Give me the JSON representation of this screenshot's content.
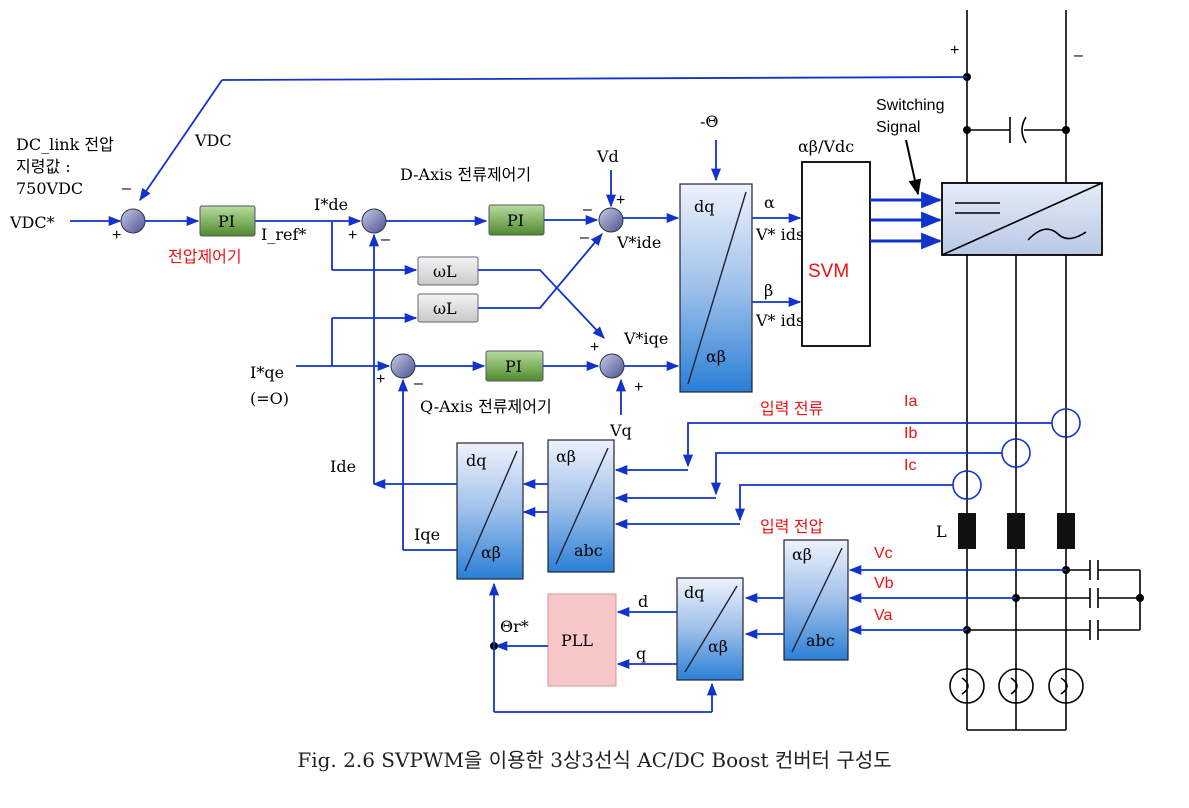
{
  "labels": {
    "dc_link": [
      "DC_link 전압",
      "지령값 :",
      "750VDC"
    ],
    "vdc_star": "VDC*",
    "vdc": "VDC",
    "voltage_ctrl": "전압제어기",
    "i_ref": "I_ref*",
    "i_de_star": "I*de",
    "d_axis_ctrl": "D-Axis 전류제어기",
    "q_axis_ctrl": "Q-Axis 전류제어기",
    "vd": "Vd",
    "vq": "Vq",
    "v_ide": "V*ide",
    "v_iqe": "V*iqe",
    "theta_neg": "-Θ",
    "alpha": "α",
    "beta": "β",
    "v_ids_a": "V* ids",
    "v_ids_b": "V* ids",
    "ab_vdc": "αβ/Vdc",
    "svm": "SVM",
    "switching_signal": [
      "Switching",
      "Signal"
    ],
    "i_qe_star": "I*qe",
    "i_qe_zero": "(=O)",
    "ide": "Ide",
    "iqe": "Iqe",
    "input_current": "입력 전류",
    "ia": "Ia",
    "ib": "Ib",
    "ic": "Ic",
    "input_voltage": "입력 전압",
    "va": "Va",
    "vb": "Vb",
    "vc": "Vc",
    "inductor": "L",
    "pll": "PLL",
    "theta_r": "Θr*",
    "d": "d",
    "q": "q",
    "pi": "PI",
    "omega_l": "ωL",
    "dq": "dq",
    "alpha_beta": "αβ",
    "abc": "abc",
    "plus": "+",
    "minus": "–"
  },
  "caption": "Fig. 2.6 SVPWM을 이용한 3상3선식 AC/DC Boost 컨버터 구성도"
}
